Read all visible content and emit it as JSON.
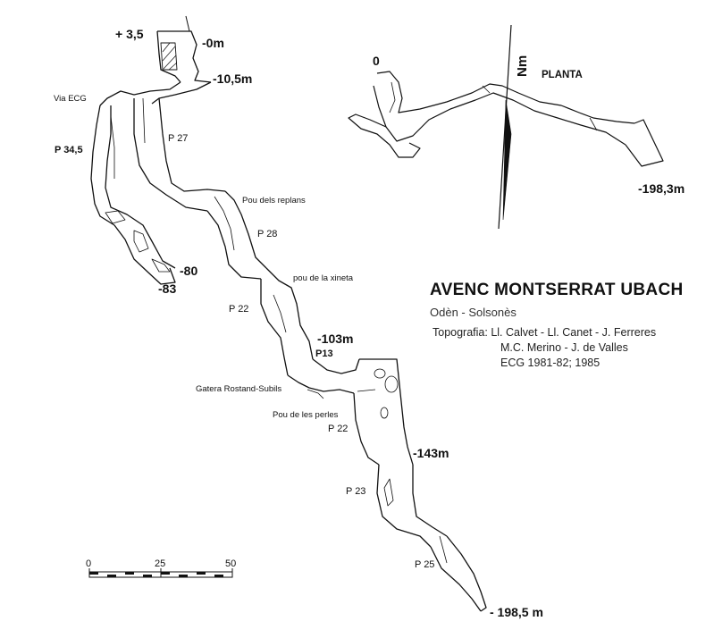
{
  "survey": {
    "title": "AVENC MONTSERRAT UBACH",
    "location": "Odèn  -  Solsonès",
    "topography_line1": "Topografia: Ll. Calvet - Ll. Canet - J. Ferreres",
    "topography_line2": "M.C. Merino - J. de Valles",
    "topography_line3": "ECG   1981-82; 1985"
  },
  "plan": {
    "label": "PLANTA",
    "north_label": "Nm",
    "start_label": "0",
    "end_label": "-198,3m"
  },
  "section": {
    "depths": {
      "d_plus": "+ 3,5",
      "d0": "-0m",
      "d10": "-10,5m",
      "d80": "-80",
      "d83": "-83",
      "d103": "-103m",
      "d143": "-143m",
      "d198": "- 198,5 m"
    },
    "pitches": {
      "p345": "P 34,5",
      "p27": "P 27",
      "p28": "P 28",
      "p22a": "P 22",
      "p13": "P13",
      "p22b": "P 22",
      "p23": "P 23",
      "p25": "P 25"
    },
    "names": {
      "via_ecg": "Via ECG",
      "replans": "Pou dels replans",
      "xineta": "pou de la xineta",
      "gatera": "Gatera Rostand-Subils",
      "perles": "Pou de les perles"
    }
  },
  "scale": {
    "tick0": "0",
    "tick25": "25",
    "tick50": "50"
  }
}
